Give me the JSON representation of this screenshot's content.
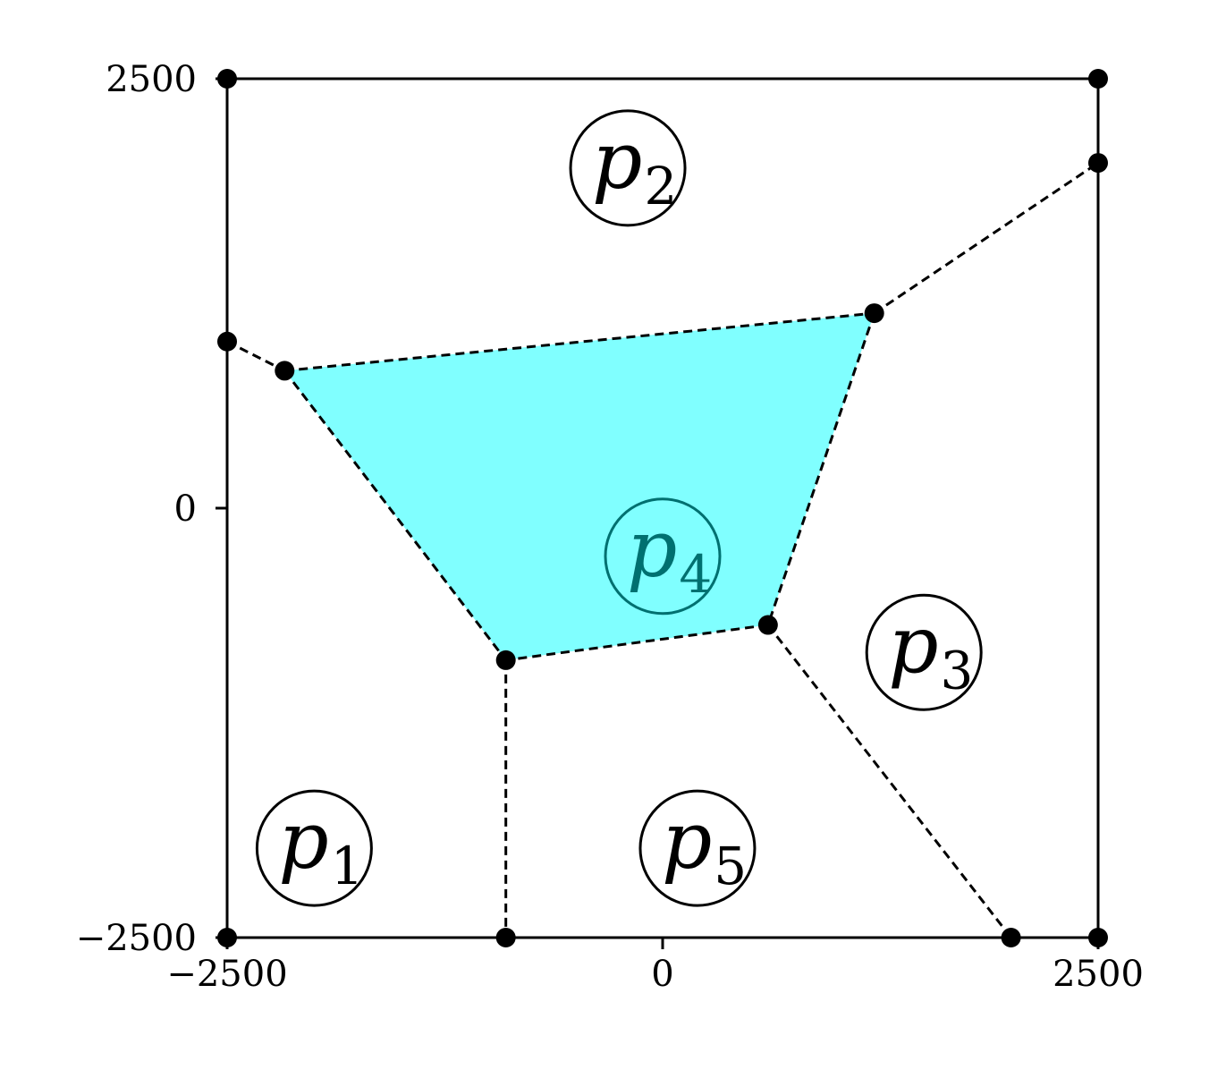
{
  "chart_data": {
    "type": "voronoi",
    "xlim": [
      -2500,
      2500
    ],
    "ylim": [
      -2500,
      2500
    ],
    "x_ticks": [
      {
        "value": -2500,
        "label": "−2500"
      },
      {
        "value": 0,
        "label": "0"
      },
      {
        "value": 2500,
        "label": "2500"
      }
    ],
    "y_ticks": [
      {
        "value": 2500,
        "label": "2500"
      },
      {
        "value": 0,
        "label": "0"
      },
      {
        "value": -2500,
        "label": "−2500"
      }
    ],
    "vertices": [
      {
        "x": -2500,
        "y": 2500
      },
      {
        "x": 2500,
        "y": 2500
      },
      {
        "x": -2500,
        "y": -2500
      },
      {
        "x": 2500,
        "y": -2500
      },
      {
        "x": -2500,
        "y": 970
      },
      {
        "x": -2170,
        "y": 800
      },
      {
        "x": 1215,
        "y": 1135
      },
      {
        "x": 2500,
        "y": 2010
      },
      {
        "x": 605,
        "y": -680
      },
      {
        "x": -900,
        "y": -885
      },
      {
        "x": -900,
        "y": -2500
      },
      {
        "x": 2000,
        "y": -2500
      }
    ],
    "edges": [
      [
        [
          -2500,
          970
        ],
        [
          -2170,
          800
        ]
      ],
      [
        [
          -2170,
          800
        ],
        [
          1215,
          1135
        ]
      ],
      [
        [
          1215,
          1135
        ],
        [
          2500,
          2010
        ]
      ],
      [
        [
          -2170,
          800
        ],
        [
          -900,
          -885
        ]
      ],
      [
        [
          1215,
          1135
        ],
        [
          605,
          -680
        ]
      ],
      [
        [
          605,
          -680
        ],
        [
          -900,
          -885
        ]
      ],
      [
        [
          -900,
          -885
        ],
        [
          -900,
          -2500
        ]
      ],
      [
        [
          605,
          -680
        ],
        [
          2000,
          -2500
        ]
      ]
    ],
    "highlight_region": {
      "site": "p4",
      "color": "#80ffff",
      "polygon": [
        [
          -2170,
          800
        ],
        [
          1215,
          1135
        ],
        [
          605,
          -680
        ],
        [
          -900,
          -885
        ]
      ]
    },
    "sites": [
      {
        "name": "p",
        "sub": "1",
        "x": -2000,
        "y": -1980
      },
      {
        "name": "p",
        "sub": "2",
        "x": -200,
        "y": 1980
      },
      {
        "name": "p",
        "sub": "3",
        "x": 1500,
        "y": -840
      },
      {
        "name": "p",
        "sub": "4",
        "x": 0,
        "y": -280,
        "highlighted": true
      },
      {
        "name": "p",
        "sub": "5",
        "x": 200,
        "y": -1980
      }
    ],
    "colors": {
      "edge": "#000000",
      "region": "#80ffff",
      "highlight_text": "#007070"
    }
  }
}
